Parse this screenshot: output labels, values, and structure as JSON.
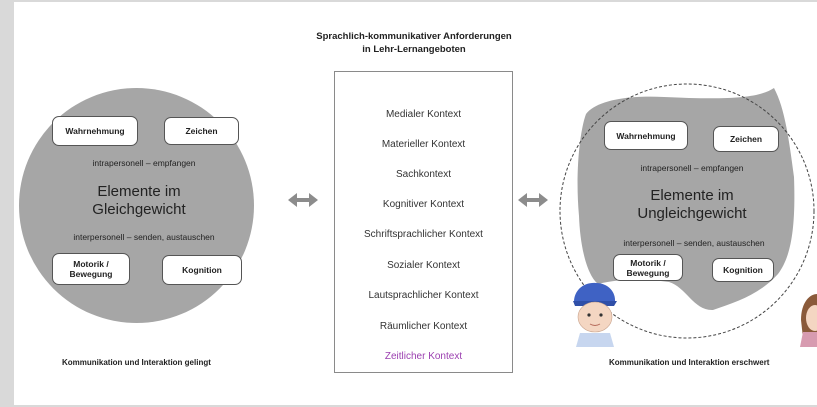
{
  "title_lines": [
    "Sprachlich-kommunikativer Anforderungen",
    "in Lehr-Lernangeboten"
  ],
  "contexts": [
    "Medialer Kontext",
    "Materieller Kontext",
    "Sachkontext",
    "Kognitiver Kontext",
    "Schriftsprachlicher Kontext",
    "Sozialer Kontext",
    "Lautsprachlicher Kontext",
    "Räumlicher Kontext",
    "Zeitlicher Kontext"
  ],
  "left": {
    "nodes": {
      "top_left": "Wahrnehmung",
      "top_right": "Zeichen",
      "bottom_left": "Motorik / Bewegung",
      "bottom_right": "Kognition"
    },
    "line_top": "intrapersonell – empfangen",
    "center_line1": "Elemente im",
    "center_line2": "Gleichgewicht",
    "line_bottom": "interpersonell – senden, austauschen",
    "caption": "Kommunikation und Interaktion gelingt"
  },
  "right": {
    "nodes": {
      "top_left": "Wahrnehmung",
      "top_right": "Zeichen",
      "bottom_left": "Motorik / Bewegung",
      "bottom_right": "Kognition"
    },
    "line_top": "intrapersonell – empfangen",
    "center_line1": "Elemente im",
    "center_line2": "Ungleichgewicht",
    "line_bottom": "interpersonell – senden, austauschen",
    "caption": "Kommunikation und Interaktion erschwert"
  },
  "colors": {
    "circle": "#a6a6a6",
    "arrow": "#8c8c8c",
    "accent_context": "#9b3fb0"
  }
}
